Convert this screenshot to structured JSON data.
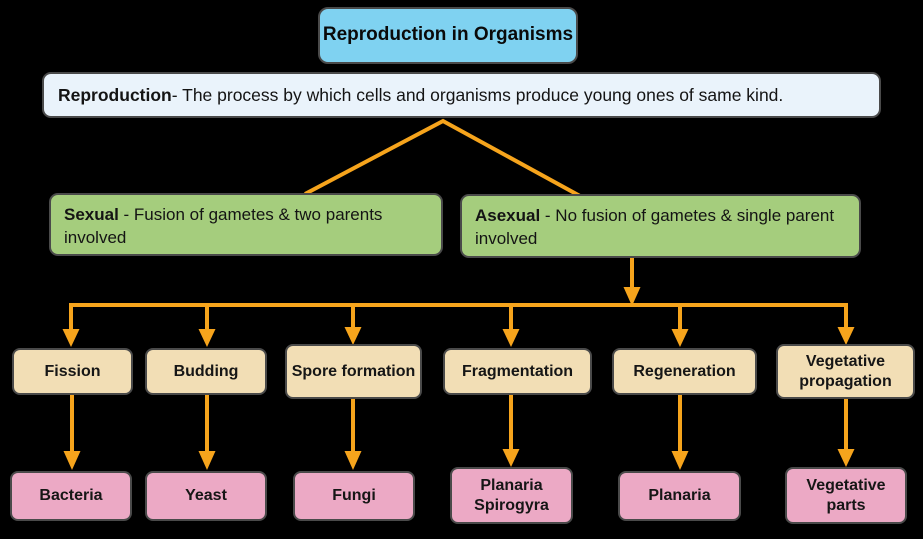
{
  "title": "Reproduction in Organisms",
  "definition": {
    "term": "Reproduction",
    "rest": " - The process by which cells and organisms produce young ones of same kind."
  },
  "branches": {
    "sexual": {
      "term": "Sexual",
      "rest": " - Fusion of gametes & two parents involved"
    },
    "asexual": {
      "term": "Asexual",
      "rest": " - No fusion of gametes & single parent involved"
    }
  },
  "methods": [
    "Fission",
    "Budding",
    "Spore formation",
    "Fragmentation",
    "Regeneration",
    "Vegetative propagation"
  ],
  "examples": [
    "Bacteria",
    "Yeast",
    "Fungi",
    "Planaria Spirogyra",
    "Planaria",
    "Vegetative parts"
  ],
  "colors": {
    "background": "#000000",
    "title_box": "#7fd2f1",
    "definition_box": "#eaf3fb",
    "branch_box": "#a5cd7d",
    "method_box": "#f2deb5",
    "example_box": "#eca9c5",
    "arrow": "#f6a41c",
    "border": "#4a4a4a",
    "text": "#141414"
  }
}
